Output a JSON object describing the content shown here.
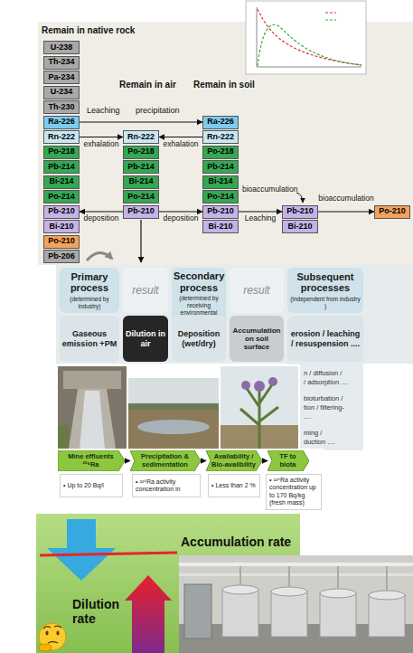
{
  "diagram": {
    "nodes": [
      {
        "text": [
          "U-238"
        ]
      },
      {
        "text": [
          "Th-234"
        ]
      },
      {
        "text": [
          "Pa-234"
        ]
      },
      {
        "text": [
          "U-234"
        ]
      },
      {
        "text": [
          "Th-230"
        ]
      },
      {
        "text": [
          "Ra-226"
        ]
      },
      {
        "text": [
          "Rn-222"
        ]
      },
      {
        "text": [
          "Po-218"
        ]
      },
      {
        "text": [
          "Pb-214"
        ]
      },
      {
        "text": [
          "Bi-214"
        ]
      },
      {
        "text": [
          "Po-214"
        ]
      },
      {
        "text": [
          "Pb-210"
        ]
      },
      {
        "text": [
          "Bi-210"
        ]
      },
      {
        "text": [
          "Po-210"
        ]
      },
      {
        "text": [
          "Pb-206"
        ]
      },
      {
        "text": [
          "Rn-222"
        ]
      },
      {
        "text": [
          "Po-218"
        ]
      },
      {
        "text": [
          "Pb-214"
        ]
      },
      {
        "text": [
          "Bi-214"
        ]
      },
      {
        "text": [
          "Po-214"
        ]
      },
      {
        "text": [
          "Pb-210"
        ]
      },
      {
        "text": [
          "Ra-226"
        ]
      },
      {
        "text": [
          "Rn-222"
        ]
      },
      {
        "text": [
          "Po-218"
        ]
      },
      {
        "text": [
          "Pb-214"
        ]
      },
      {
        "text": [
          "Bi-214"
        ]
      },
      {
        "text": [
          "Po-214"
        ]
      },
      {
        "text": [
          "Pb-210"
        ]
      },
      {
        "text": [
          "Bi-210"
        ]
      },
      {
        "text": [
          "Pb-210"
        ]
      },
      {
        "text": [
          "Bi-210"
        ]
      },
      {
        "text": [
          "Po-210"
        ]
      },
      {
        "text": [
          "Primary process",
          "(determined by industry)"
        ]
      },
      {
        "text": [
          "result"
        ]
      },
      {
        "text": [
          "Secondary process",
          "(determined by receiving environmental compartment)"
        ]
      },
      {
        "text": [
          "result"
        ]
      },
      {
        "text": [
          "Subsequent processes",
          "(independent from industry )"
        ]
      },
      {
        "text": [
          "Gaseous emission +PM"
        ]
      },
      {
        "text": [
          "Dilution in air"
        ]
      },
      {
        "text": [
          "Deposition (wet/dry)"
        ]
      },
      {
        "text": [
          "Accumulation on soil surface"
        ]
      },
      {
        "text": [
          "erosion / leaching / resuspension ...."
        ]
      },
      {
        "text": [
          "Mine effluents ²²⁶Ra"
        ]
      },
      {
        "text": [
          "Precipitation & sedimentation"
        ]
      },
      {
        "text": [
          "Availability / Bio-availbility"
        ]
      },
      {
        "text": [
          "TF to biota"
        ]
      },
      {
        "text": [
          "• Up to 20 Bq/l"
        ]
      },
      {
        "text": [
          "• ²²⁶Ra activity concentration in"
        ]
      },
      {
        "text": [
          "• Less than 2 %"
        ]
      },
      {
        "text": [
          "• ²²⁶Ra activity concentration up to 170 Bq/kg (fresh mass)"
        ]
      }
    ],
    "edges": [
      {
        "from": 5,
        "to": 21,
        "arrow": "to"
      },
      {
        "from": 6,
        "to": 15,
        "label": "exhalation",
        "arrow": "to"
      },
      {
        "from": 22,
        "to": 15,
        "label": "exhalation",
        "arrow": "to"
      },
      {
        "from": 20,
        "to": 11,
        "label": "deposition",
        "arrow": "to"
      },
      {
        "from": 20,
        "to": 27,
        "label": "deposition",
        "arrow": "to"
      },
      {
        "from": 27,
        "to": 29,
        "label": "Leaching",
        "arrow": "to"
      },
      {
        "from": 29,
        "to": 31,
        "label": "bioaccumulation",
        "arrow": "to"
      },
      {
        "from": 42,
        "to": 43,
        "arrow": "to"
      },
      {
        "from": 43,
        "to": 44,
        "arrow": "to"
      },
      {
        "from": 44,
        "to": 45,
        "arrow": "to"
      }
    ],
    "labels": [
      "Remain in native rock",
      "Remain in air",
      "Remain in soil",
      "Leaching",
      "precipitation",
      "bioaccumulation",
      "n / diffusion /",
      "/ adsorption ....",
      "bioturbation /",
      "tion / filtering-",
      "....",
      "ming /",
      "duction ....",
      "Accumulation rate",
      "Dilution rate"
    ]
  }
}
